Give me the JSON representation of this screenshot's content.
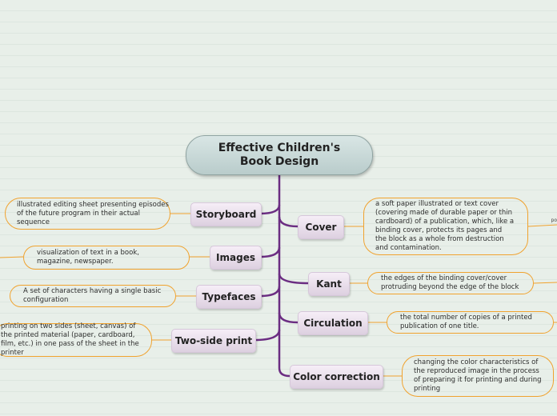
{
  "central": {
    "title": "Effective Children's\nBook Design"
  },
  "colors": {
    "branch": "#6b2d82",
    "note_border": "#f0a22e"
  },
  "left_topics": [
    {
      "label": "Storyboard",
      "note": "illustrated editing sheet presenting episodes of the future program in their actual sequence"
    },
    {
      "label": "Images",
      "note": "visualization of text in a book, magazine, newspaper."
    },
    {
      "label": "Typefaces",
      "note": "A set of characters having a single basic configuration"
    },
    {
      "label": "Two-side print",
      "note": "printing on two sides (sheet, canvas) of the printed material (paper, cardboard, film, etc.) in one pass of the sheet in the printer"
    }
  ],
  "right_topics": [
    {
      "label": "Cover",
      "note": "a soft paper illustrated or text cover (covering made of durable paper or thin cardboard) of a publication, which, like a binding cover, protects its pages and the block as a whole from destruction and contamination."
    },
    {
      "label": "Kant",
      "note": "the edges of the binding cover/cover protruding beyond the edge of the block"
    },
    {
      "label": "Circulation",
      "note": "the total number of copies of a printed publication of one title."
    },
    {
      "label": "Color correction",
      "note": "changing the color characteristics of the reproduced image in the process of preparing it for printing and during printing"
    }
  ],
  "edge_stub": "po"
}
